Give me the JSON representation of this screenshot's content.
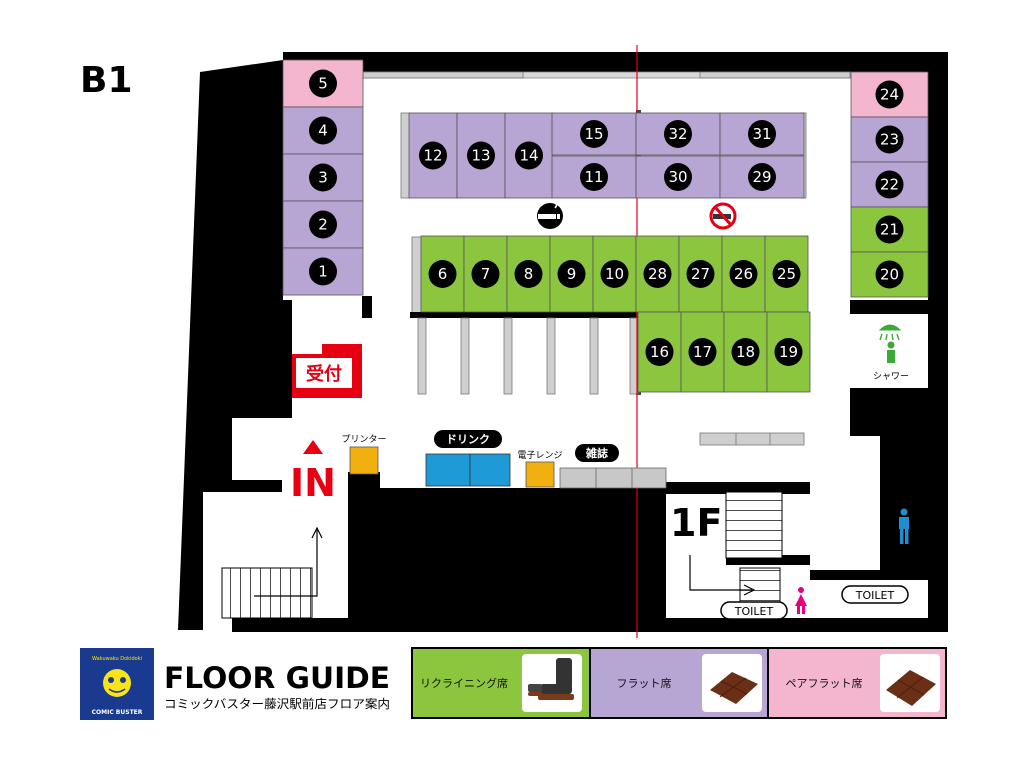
{
  "floor": {
    "basement": "B1",
    "first": "1F"
  },
  "colors": {
    "recliner": "#8cc63f",
    "flat": "#b7a5d3",
    "pair": "#f4b6cf",
    "wall": "#000000",
    "reception": "#e60012",
    "drink": "#1e9bd7",
    "appliance": "#f2b010",
    "magazine": "#c8c8c8",
    "shower": "#3aa935",
    "toilet_man": "#1f8fd0",
    "toilet_woman": "#e6007e",
    "brand": "#1a3a8f"
  },
  "seats": {
    "left_column": [
      {
        "number": "5",
        "type": "pair"
      },
      {
        "number": "4",
        "type": "flat"
      },
      {
        "number": "3",
        "type": "flat"
      },
      {
        "number": "2",
        "type": "flat"
      },
      {
        "number": "1",
        "type": "flat"
      }
    ],
    "top_row_a": [
      {
        "number": "12",
        "type": "flat"
      },
      {
        "number": "13",
        "type": "flat"
      },
      {
        "number": "14",
        "type": "flat"
      }
    ],
    "top_row_b_upper": [
      {
        "number": "15",
        "type": "flat"
      },
      {
        "number": "32",
        "type": "flat"
      },
      {
        "number": "31",
        "type": "flat"
      }
    ],
    "top_row_b_lower": [
      {
        "number": "11",
        "type": "flat"
      },
      {
        "number": "30",
        "type": "flat"
      },
      {
        "number": "29",
        "type": "flat"
      }
    ],
    "middle_row": [
      {
        "number": "6",
        "type": "recliner"
      },
      {
        "number": "7",
        "type": "recliner"
      },
      {
        "number": "8",
        "type": "recliner"
      },
      {
        "number": "9",
        "type": "recliner"
      },
      {
        "number": "10",
        "type": "recliner"
      },
      {
        "number": "28",
        "type": "recliner"
      },
      {
        "number": "27",
        "type": "recliner"
      },
      {
        "number": "26",
        "type": "recliner"
      },
      {
        "number": "25",
        "type": "recliner"
      }
    ],
    "lower_row": [
      {
        "number": "16",
        "type": "recliner"
      },
      {
        "number": "17",
        "type": "recliner"
      },
      {
        "number": "18",
        "type": "recliner"
      },
      {
        "number": "19",
        "type": "recliner"
      }
    ],
    "right_column": [
      {
        "number": "24",
        "type": "pair"
      },
      {
        "number": "23",
        "type": "flat"
      },
      {
        "number": "22",
        "type": "flat"
      },
      {
        "number": "21",
        "type": "recliner"
      },
      {
        "number": "20",
        "type": "recliner"
      }
    ]
  },
  "labels": {
    "reception": "受付",
    "entrance": "IN",
    "printer": "プリンター",
    "drink": "ドリンク",
    "microwave": "電子レンジ",
    "magazine": "雑誌",
    "shower": "シャワー",
    "toilet_1f": "TOILET",
    "toilet_b1": "TOILET"
  },
  "icons": {
    "smoking": "smoking-icon",
    "no_smoking": "no-smoking-icon",
    "shower": "shower-icon",
    "man": "man-icon",
    "woman": "woman-icon"
  },
  "footer": {
    "logo_text": "COMIC BUSTER",
    "logo_slogan": "Wakuwaku Dokidoki",
    "title": "FLOOR GUIDE",
    "subtitle": "コミックバスター藤沢駅前店フロア案内",
    "legend": [
      {
        "label": "リクライニング席",
        "type": "recliner"
      },
      {
        "label": "フラット席",
        "type": "flat"
      },
      {
        "label": "ペアフラット席",
        "type": "pair"
      }
    ]
  }
}
